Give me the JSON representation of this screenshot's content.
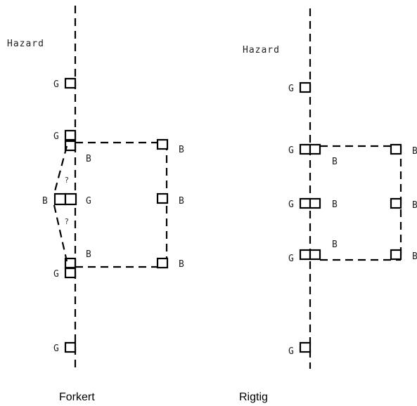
{
  "labels": {
    "hazard": "Hazard",
    "g": "G",
    "b": "B",
    "question": "?",
    "left_caption": "Forkert",
    "right_caption": "Rigtig"
  },
  "colors": {
    "ink": "#000000",
    "background": "#ffffff"
  }
}
